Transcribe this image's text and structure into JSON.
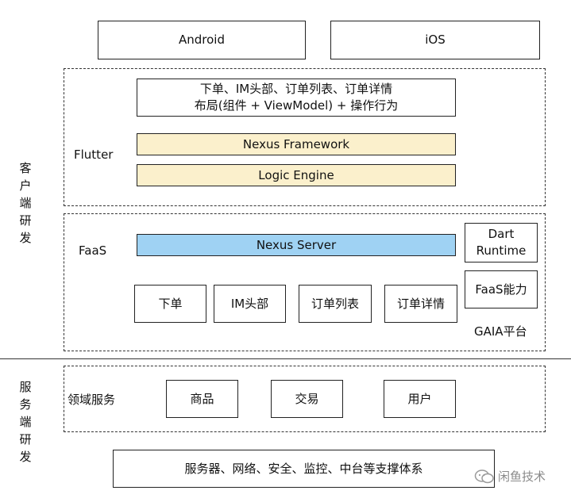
{
  "platforms": {
    "android": "Android",
    "ios": "iOS"
  },
  "client_label": [
    "客",
    "户",
    "端",
    "研",
    "发"
  ],
  "server_label": [
    "服",
    "务",
    "端",
    "研",
    "发"
  ],
  "flutter": {
    "label": "Flutter",
    "pages_line1": "下单、IM头部、订单列表、订单详情",
    "pages_line2": "布局(组件 + ViewModel) + 操作行为",
    "nexus_framework": "Nexus Framework",
    "logic_engine": "Logic Engine"
  },
  "faas": {
    "label": "FaaS",
    "nexus_server": "Nexus Server",
    "dart_runtime_line1": "Dart",
    "dart_runtime_line2": "Runtime",
    "faas_capability": "FaaS能力",
    "gaia_platform": "GAIA平台",
    "functions": [
      "下单",
      "IM头部",
      "订单列表",
      "订单详情"
    ]
  },
  "domain": {
    "label": "领域服务",
    "services": [
      "商品",
      "交易",
      "用户"
    ]
  },
  "infrastructure": "服务器、网络、安全、监控、中台等支撑体系",
  "watermark": "闲鱼技术"
}
